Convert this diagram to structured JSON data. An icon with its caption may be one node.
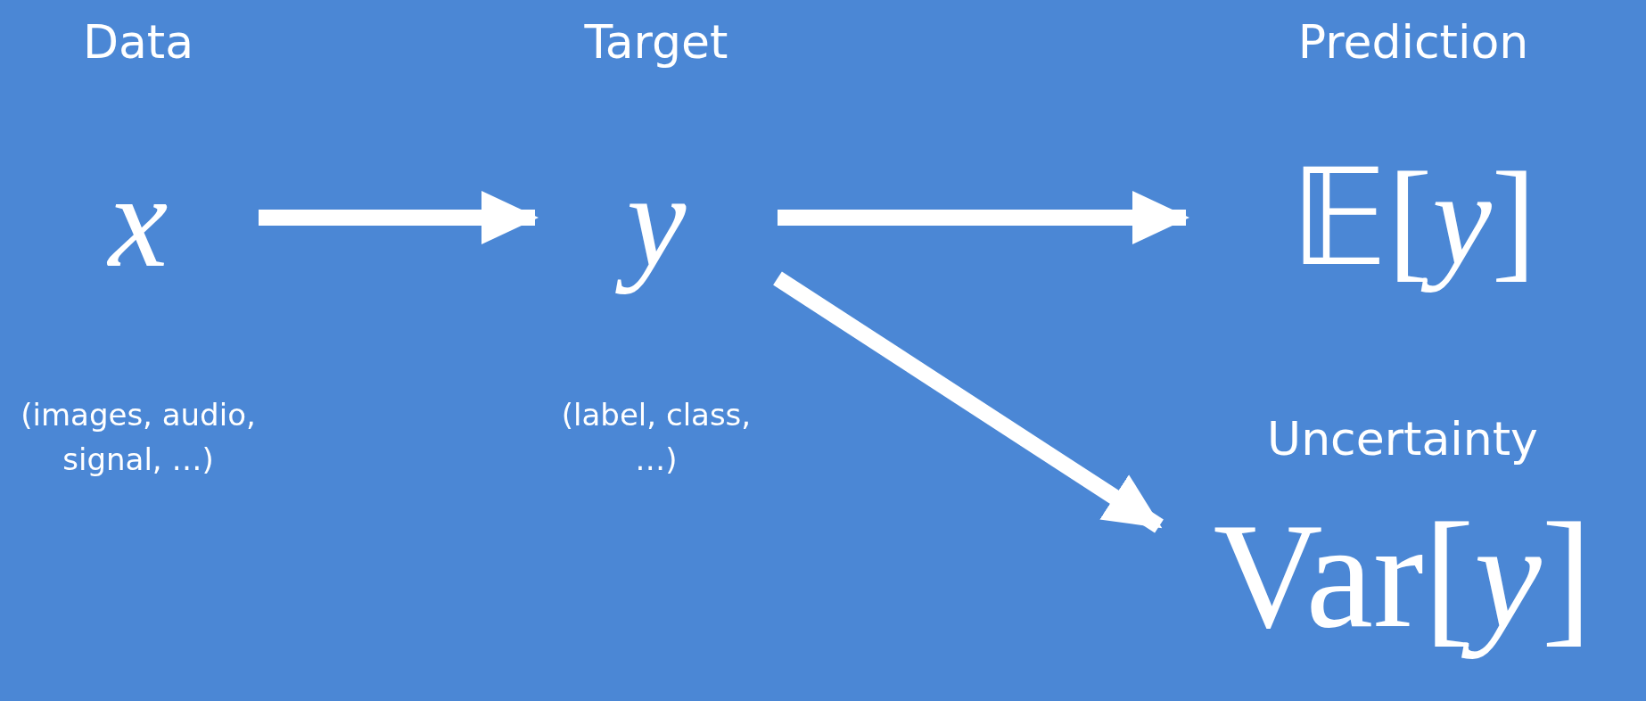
{
  "diagram": {
    "nodes": [
      {
        "text": [
          "Data",
          "x",
          "(images, audio, signal, …)"
        ]
      },
      {
        "text": [
          "Target",
          "y",
          "(label, class, …)"
        ]
      },
      {
        "text": [
          "Prediction",
          "𝔼[*y*]"
        ]
      },
      {
        "text": [
          "Uncertainty",
          "Var[*y*]"
        ]
      }
    ],
    "edges": [
      {
        "from": 0,
        "to": 1,
        "arrow": "to"
      },
      {
        "from": 1,
        "to": 2,
        "arrow": "to"
      },
      {
        "from": 1,
        "to": 3,
        "arrow": "to"
      }
    ]
  }
}
